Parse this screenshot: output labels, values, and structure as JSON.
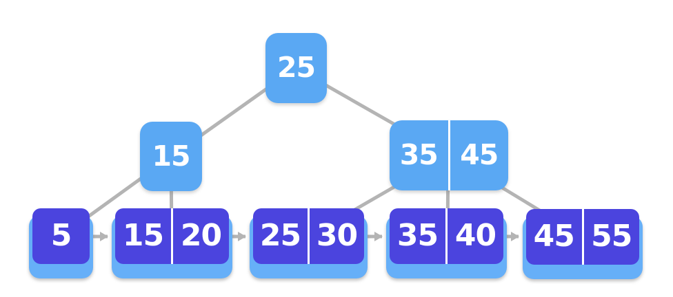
{
  "diagram_type": "b-plus-tree",
  "colors": {
    "internal_node": "#5aa8f3",
    "leaf_node": "#4b44de",
    "leaf_backing": "#66aff8",
    "edge": "#b4b4b4",
    "key_text": "#ffffff",
    "background": "#ffffff"
  },
  "tree": {
    "root": {
      "keys": [
        "25"
      ]
    },
    "internal": [
      {
        "id": "internal-15",
        "keys": [
          "15"
        ]
      },
      {
        "id": "internal-35-45",
        "keys": [
          "35",
          "45"
        ]
      }
    ],
    "leaves": [
      {
        "id": "leaf-5",
        "keys": [
          "5"
        ]
      },
      {
        "id": "leaf-15-20",
        "keys": [
          "15",
          "20"
        ]
      },
      {
        "id": "leaf-25-30",
        "keys": [
          "25",
          "30"
        ]
      },
      {
        "id": "leaf-35-40",
        "keys": [
          "35",
          "40"
        ]
      },
      {
        "id": "leaf-45-55",
        "keys": [
          "45",
          "55"
        ]
      }
    ],
    "structure": {
      "root_children": [
        "internal-15",
        "internal-35-45"
      ],
      "internal-15_children": [
        "leaf-5",
        "leaf-15-20"
      ],
      "internal-35-45_children": [
        "leaf-25-30",
        "leaf-35-40",
        "leaf-45-55"
      ],
      "leaf_links": [
        "leaf-5>leaf-15-20",
        "leaf-15-20>leaf-25-30",
        "leaf-25-30>leaf-35-40",
        "leaf-35-40>leaf-45-55"
      ]
    }
  }
}
